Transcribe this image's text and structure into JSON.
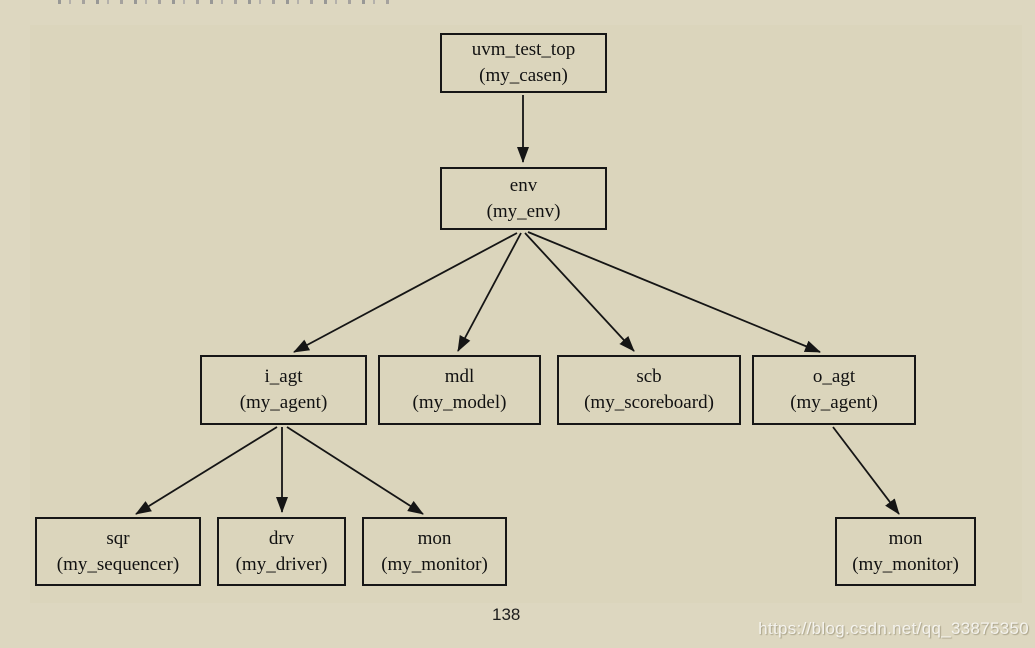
{
  "page": {
    "background_color": "#ddd7c0",
    "page_number": "138",
    "watermark": "https://blog.csdn.net/qq_33875350"
  },
  "colors": {
    "box_border": "#161616",
    "arrow": "#151515",
    "text": "#111111",
    "watermark_text": "#f2edda"
  },
  "diagram": {
    "type": "tree",
    "description": "UVM testbench component hierarchy",
    "nodes": [
      {
        "id": "uvm_test_top",
        "label": "uvm_test_top",
        "sublabel": "(my_casen)"
      },
      {
        "id": "env",
        "label": "env",
        "sublabel": "(my_env)"
      },
      {
        "id": "i_agt",
        "label": "i_agt",
        "sublabel": "(my_agent)"
      },
      {
        "id": "mdl",
        "label": "mdl",
        "sublabel": "(my_model)"
      },
      {
        "id": "scb",
        "label": "scb",
        "sublabel": "(my_scoreboard)"
      },
      {
        "id": "o_agt",
        "label": "o_agt",
        "sublabel": "(my_agent)"
      },
      {
        "id": "sqr",
        "label": "sqr",
        "sublabel": "(my_sequencer)"
      },
      {
        "id": "drv",
        "label": "drv",
        "sublabel": "(my_driver)"
      },
      {
        "id": "mon",
        "label": "mon",
        "sublabel": "(my_monitor)"
      },
      {
        "id": "mon2",
        "label": "mon",
        "sublabel": "(my_monitor)"
      }
    ],
    "edges": [
      {
        "from": "uvm_test_top",
        "to": "env"
      },
      {
        "from": "env",
        "to": "i_agt"
      },
      {
        "from": "env",
        "to": "mdl"
      },
      {
        "from": "env",
        "to": "scb"
      },
      {
        "from": "env",
        "to": "o_agt"
      },
      {
        "from": "i_agt",
        "to": "sqr"
      },
      {
        "from": "i_agt",
        "to": "drv"
      },
      {
        "from": "i_agt",
        "to": "mon"
      },
      {
        "from": "o_agt",
        "to": "mon2"
      }
    ]
  }
}
